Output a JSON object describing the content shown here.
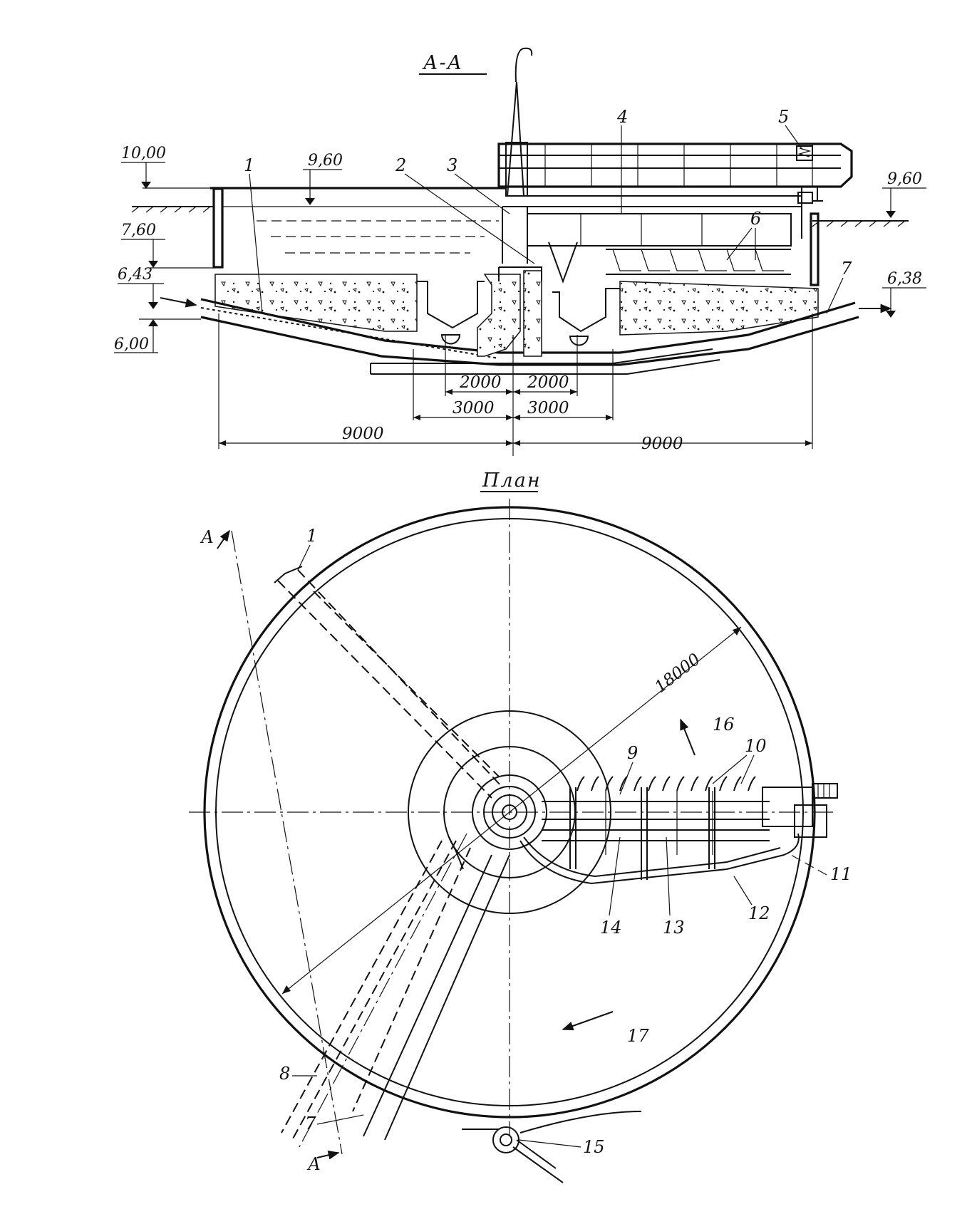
{
  "section": {
    "title": "А-А",
    "elevations": [
      "10,00",
      "9,60",
      "7,60",
      "6,43",
      "6,00",
      "9,60",
      "6,38"
    ],
    "callouts": [
      "1",
      "2",
      "3",
      "4",
      "5",
      "6",
      "7"
    ],
    "dimensions": {
      "inner_left": "2000",
      "inner_right": "2000",
      "mid_left": "3000",
      "mid_right": "3000",
      "outer_left": "9000",
      "outer_right": "9000"
    }
  },
  "plan": {
    "title": "План",
    "diameter": "18000",
    "section_marker": "А",
    "callouts": [
      "1",
      "7",
      "8",
      "9",
      "10",
      "11",
      "12",
      "13",
      "14",
      "15",
      "16",
      "17"
    ]
  }
}
